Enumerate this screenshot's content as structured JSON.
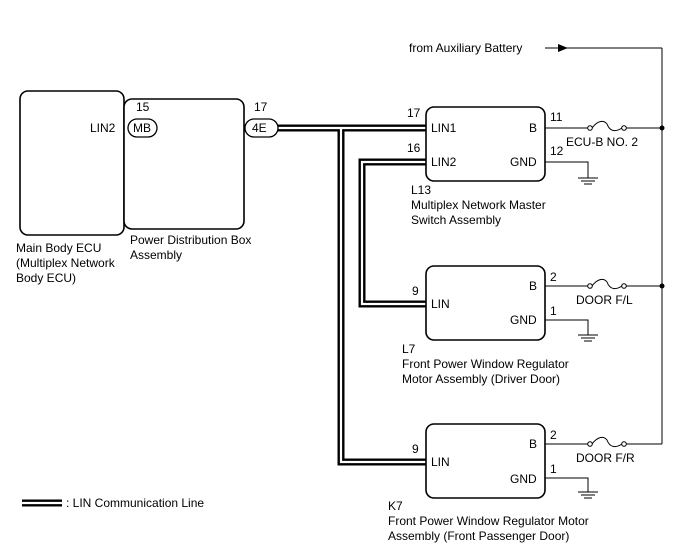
{
  "diagram": {
    "battery_source": "from Auxiliary Battery",
    "main_body_ecu": {
      "pin_label": "LIN2",
      "name_lines": [
        "Main Body ECU",
        "(Multiplex Network",
        "Body ECU)"
      ]
    },
    "power_distribution_box": {
      "connector_mb": "MB",
      "pin_mb": "15",
      "connector_4e": "4E",
      "pin_4e": "17",
      "name_lines": [
        "Power Distribution Box",
        "Assembly"
      ]
    },
    "l13": {
      "code": "L13",
      "name_lines": [
        "Multiplex Network Master",
        "Switch Assembly"
      ],
      "pin_lin1": "LIN1",
      "pin_lin1_no": "17",
      "pin_lin2": "LIN2",
      "pin_lin2_no": "16",
      "pin_b": "B",
      "pin_b_no": "11",
      "pin_gnd": "GND",
      "pin_gnd_no": "12",
      "fuse": "ECU-B NO. 2"
    },
    "l7": {
      "code": "L7",
      "name_lines": [
        "Front Power Window Regulator",
        "Motor Assembly (Driver Door)"
      ],
      "pin_lin": "LIN",
      "pin_lin_no": "9",
      "pin_b": "B",
      "pin_b_no": "2",
      "pin_gnd": "GND",
      "pin_gnd_no": "1",
      "fuse": "DOOR F/L"
    },
    "k7": {
      "code": "K7",
      "name_lines": [
        "Front Power Window Regulator Motor",
        "Assembly (Front Passenger Door)"
      ],
      "pin_lin": "LIN",
      "pin_lin_no": "9",
      "pin_b": "B",
      "pin_b_no": "2",
      "pin_gnd": "GND",
      "pin_gnd_no": "1",
      "fuse": "DOOR F/R"
    },
    "legend": ": LIN Communication Line"
  }
}
